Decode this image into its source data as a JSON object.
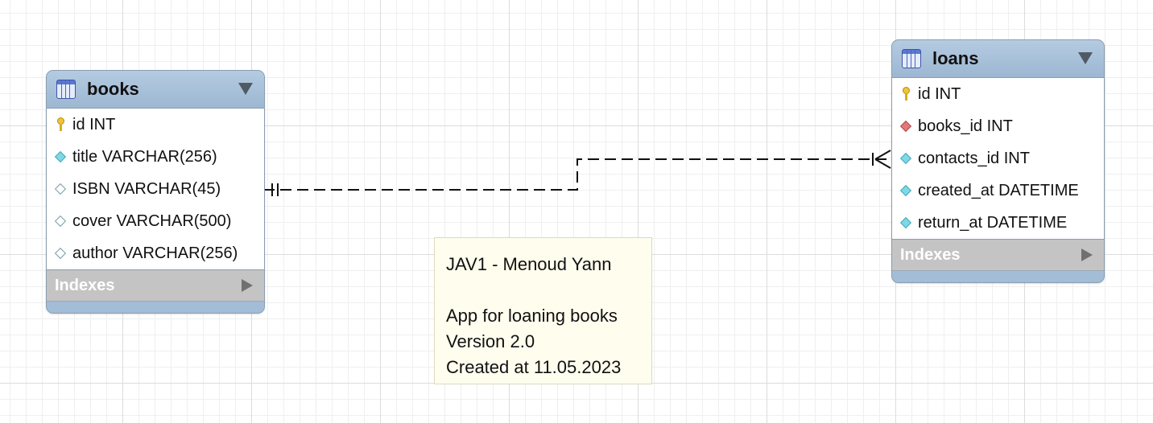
{
  "entities": [
    {
      "name": "books",
      "columns": [
        {
          "label": "id INT",
          "icon": "primary-key-icon"
        },
        {
          "label": "title VARCHAR(256)",
          "icon": "filled-diamond-icon"
        },
        {
          "label": "ISBN VARCHAR(45)",
          "icon": "empty-diamond-icon"
        },
        {
          "label": "cover VARCHAR(500)",
          "icon": "empty-diamond-icon"
        },
        {
          "label": "author VARCHAR(256)",
          "icon": "empty-diamond-icon"
        }
      ],
      "indexes_label": "Indexes"
    },
    {
      "name": "loans",
      "columns": [
        {
          "label": "id INT",
          "icon": "primary-key-icon"
        },
        {
          "label": "books_id INT",
          "icon": "foreign-key-diamond-icon"
        },
        {
          "label": "contacts_id INT",
          "icon": "filled-diamond-icon"
        },
        {
          "label": "created_at DATETIME",
          "icon": "filled-diamond-icon"
        },
        {
          "label": "return_at DATETIME",
          "icon": "filled-diamond-icon"
        }
      ],
      "indexes_label": "Indexes"
    }
  ],
  "note": {
    "lines": [
      "JAV1 - Menoud Yann",
      "",
      "App for loaning books",
      "Version 2.0",
      "Created at 11.05.2023"
    ]
  },
  "relationship": {
    "from": "books",
    "to": "loans",
    "from_cardinality": "one-and-only-one",
    "to_cardinality": "one-or-many",
    "line_style": "dashed"
  },
  "colors": {
    "header": "#a3bdd7",
    "note_background": "#fffdee",
    "indexes_bar": "#c4c4c4"
  }
}
